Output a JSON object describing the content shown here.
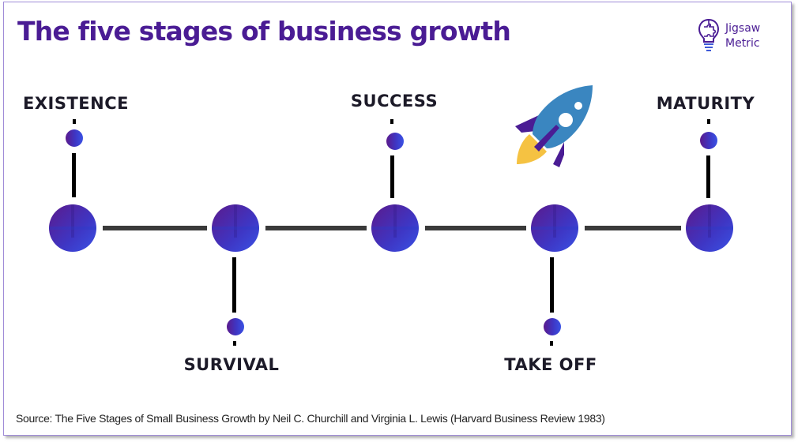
{
  "title": "The five stages of business growth",
  "logo": {
    "icon": "puzzle-lightbulb-icon",
    "line1": "Jigsaw",
    "line2": "Metric"
  },
  "colors": {
    "title": "#4a1c94",
    "border": "#a08cd8",
    "node_gradient_start": "#5b1a8c",
    "node_gradient_end": "#3a52e4",
    "connector": "#3a3a3a",
    "label": "#1c1a28",
    "rocket_body": "#3a86c0",
    "rocket_fins": "#4a1c94",
    "rocket_flame": "#f5c242"
  },
  "stages": [
    {
      "label": "EXISTENCE",
      "position": "top"
    },
    {
      "label": "SURVIVAL",
      "position": "bottom"
    },
    {
      "label": "SUCCESS",
      "position": "top"
    },
    {
      "label": "TAKE OFF",
      "position": "bottom"
    },
    {
      "label": "MATURITY",
      "position": "top"
    }
  ],
  "decoration": {
    "icon": "rocket-icon"
  },
  "source": "Source: The Five Stages of Small Business Growth by Neil C. Churchill and Virginia L. Lewis (Harvard Business Review 1983)"
}
